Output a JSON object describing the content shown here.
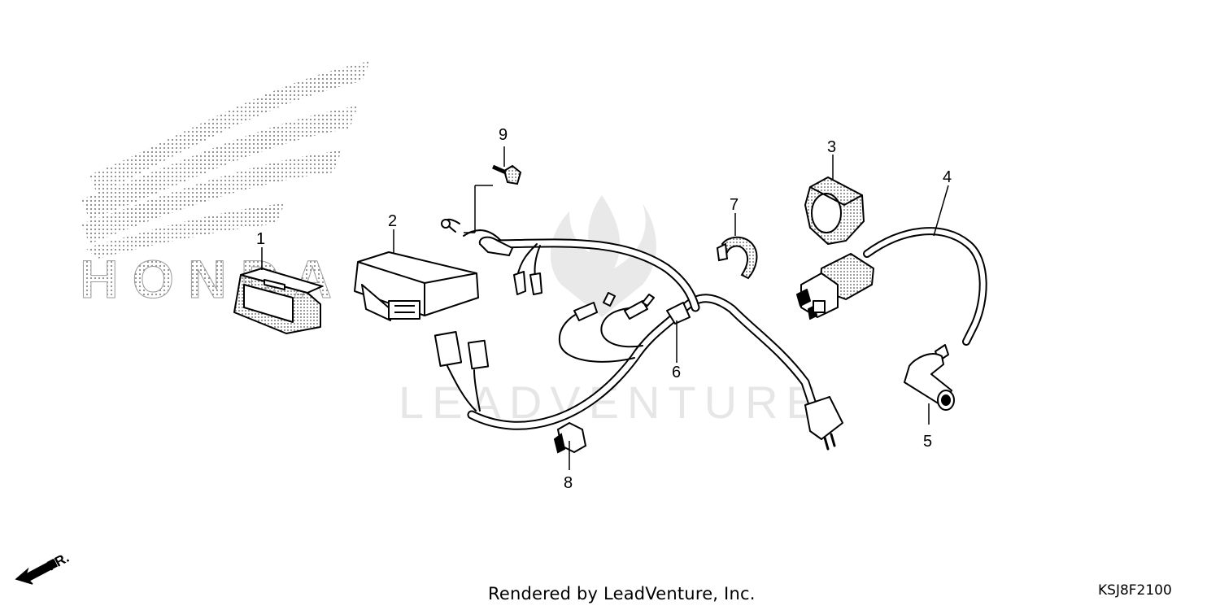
{
  "watermarks": {
    "brand": "HONDA",
    "publisher": "LEADVENTURE"
  },
  "parts": [
    {
      "number": "1",
      "icon": "box-cover-icon"
    },
    {
      "number": "2",
      "icon": "cdi-unit-icon"
    },
    {
      "number": "3",
      "icon": "rubber-mount-icon"
    },
    {
      "number": "4",
      "icon": "ignition-coil-icon"
    },
    {
      "number": "5",
      "icon": "spark-plug-cap-icon"
    },
    {
      "number": "6",
      "icon": "wire-harness-icon"
    },
    {
      "number": "7",
      "icon": "wire-clamp-icon"
    },
    {
      "number": "8",
      "icon": "harness-band-icon"
    },
    {
      "number": "9",
      "icon": "bolt-icon"
    }
  ],
  "orientation": {
    "label": "FR."
  },
  "footer": {
    "rendered_by": "Rendered by LeadVenture, Inc.",
    "diagram_code": "KSJ8F2100"
  }
}
